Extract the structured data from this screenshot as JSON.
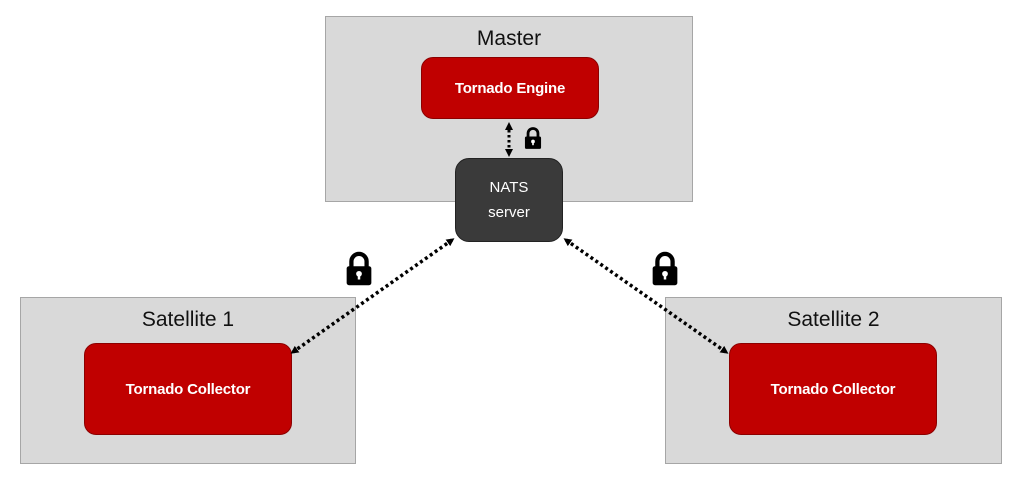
{
  "master": {
    "title": "Master",
    "engine_label": "Tornado Engine"
  },
  "nats": {
    "line1": "NATS",
    "line2": "server"
  },
  "satellite1": {
    "title": "Satellite 1",
    "collector_label": "Tornado Collector"
  },
  "satellite2": {
    "title": "Satellite 2",
    "collector_label": "Tornado Collector"
  },
  "icons": {
    "lock": "lock-icon",
    "arrow": "double-arrow-dotted"
  },
  "colors": {
    "container_fill": "#d9d9d9",
    "component_red": "#c00000",
    "nats_dark": "#3a3a3a",
    "connector": "#000000"
  }
}
